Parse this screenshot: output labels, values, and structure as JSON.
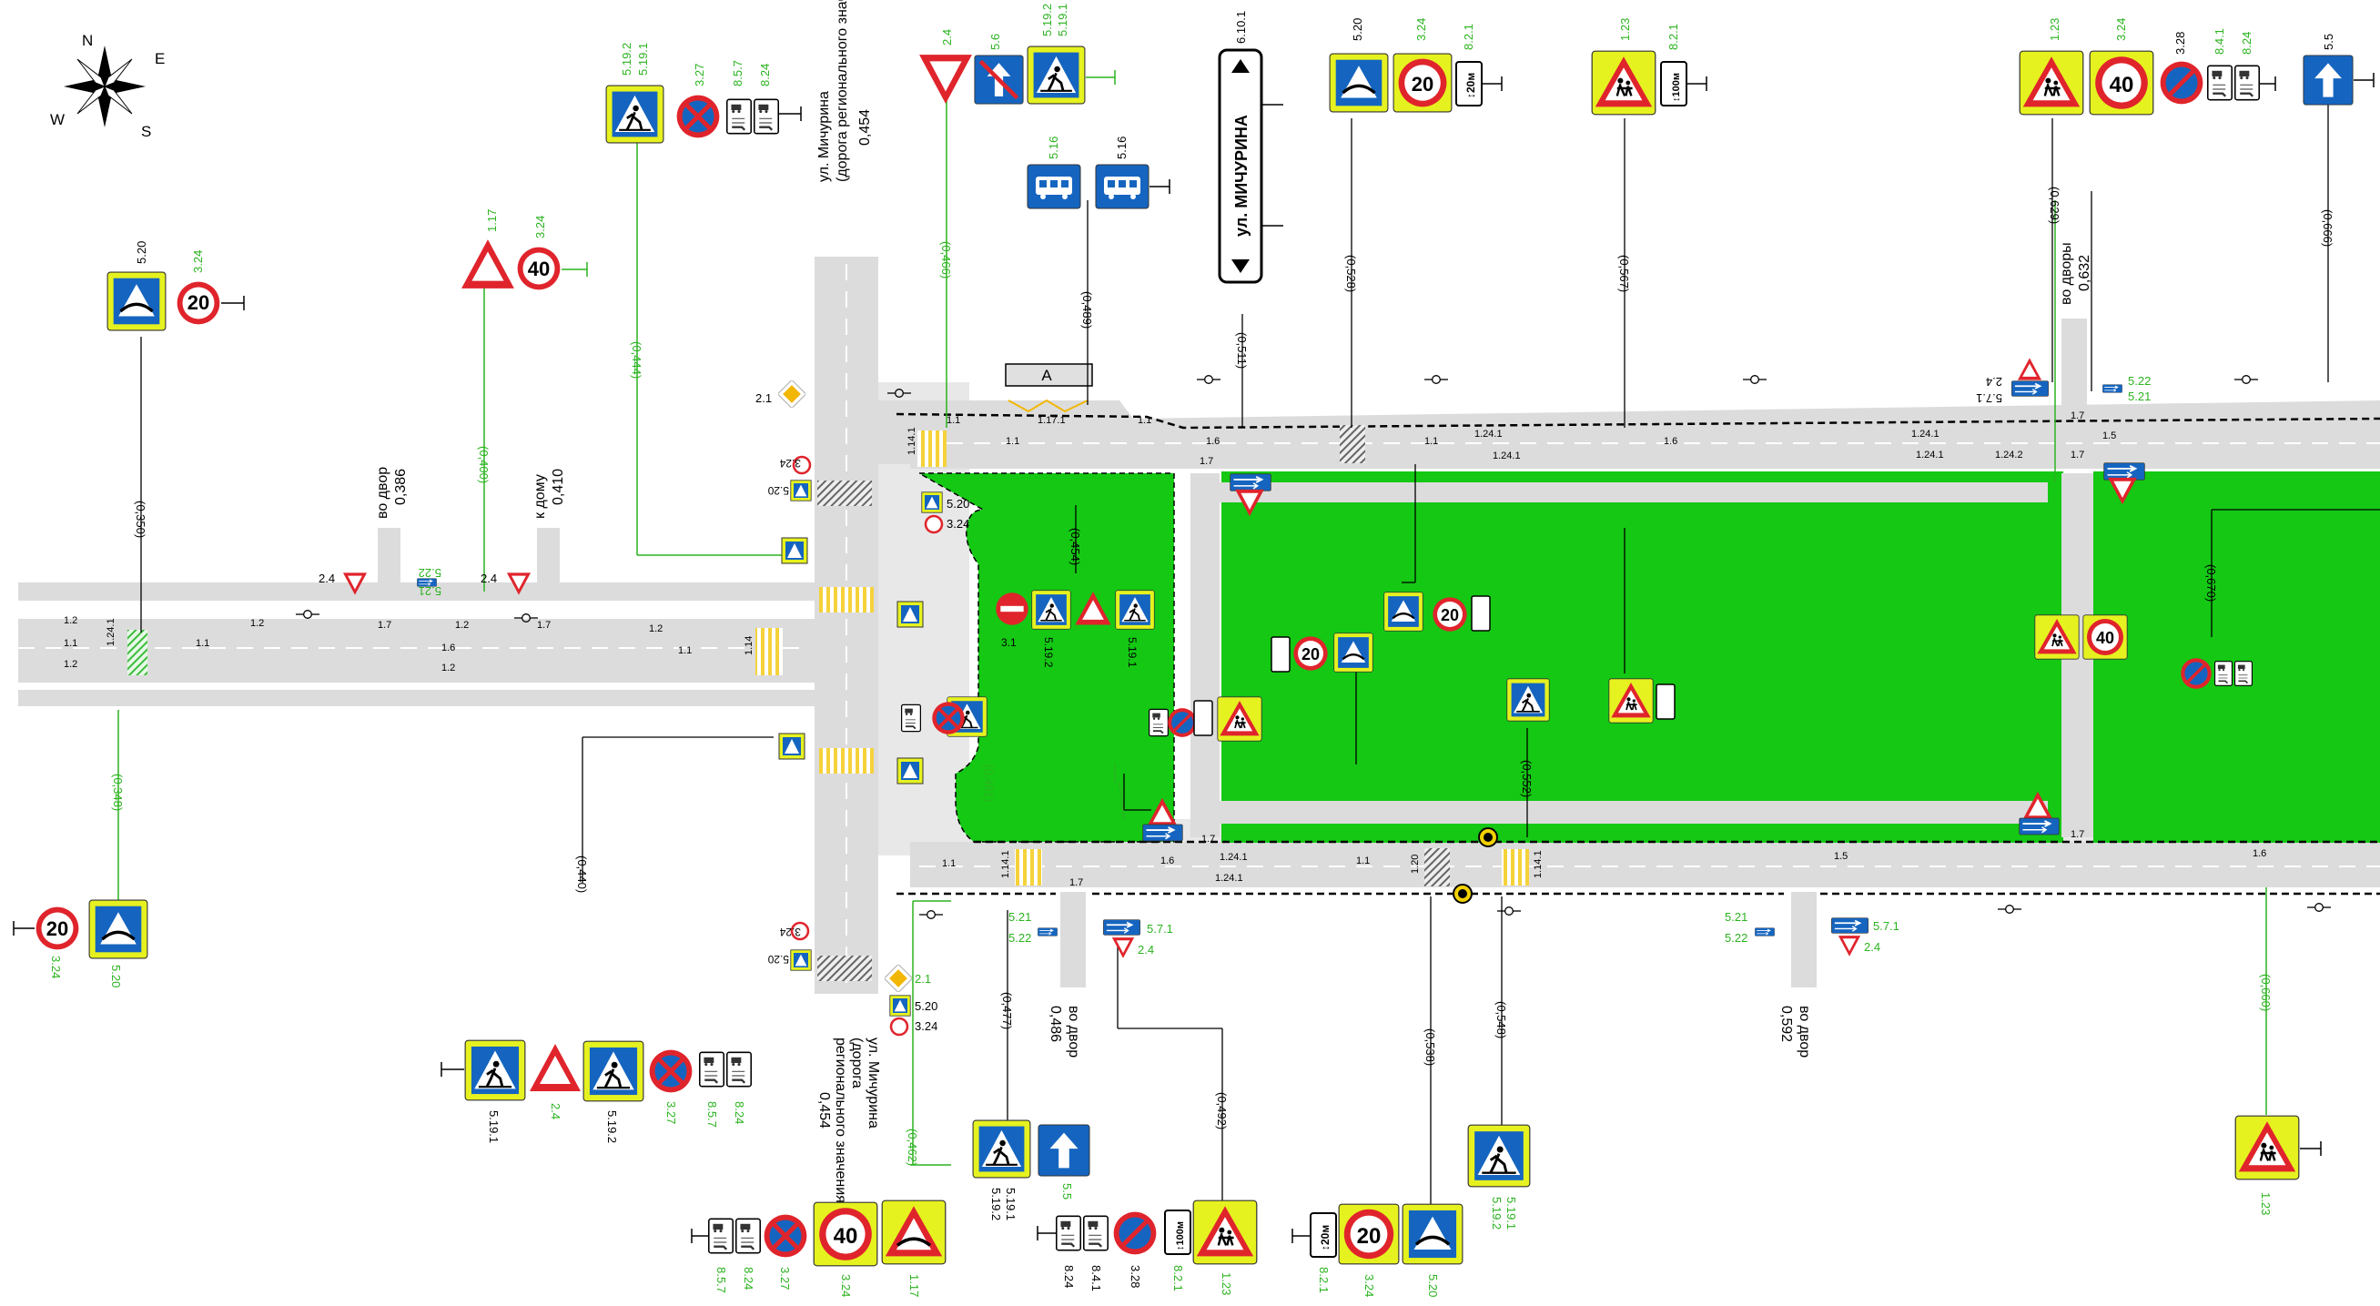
{
  "compass": {
    "n": "N",
    "e": "E",
    "s": "S",
    "w": "W"
  },
  "streets": {
    "main_name": "ул. Мичурина",
    "main_sub": "(дорога регионального значения)",
    "main_km": "0,454",
    "main_name_bottom": "ул. Мичурина",
    "main_sub_bottom_1": "(дорога",
    "main_sub_bottom_2": "регионального значения)",
    "main_km_bottom": "0,454",
    "side_dvor_1": "во двор",
    "side_dvor_1_km": "0,386",
    "side_domu": "к дому",
    "side_domu_km": "0,410",
    "side_dvor_2": "во дворы",
    "side_dvor_2_km": "0,632",
    "side_dvor_3": "во двор",
    "side_dvor_3_km": "0,486",
    "side_dvor_4": "во двор",
    "side_dvor_4_km": "0,592"
  },
  "vertical_sign_text": "ул. МИЧУРИНА",
  "stop_label": "А",
  "limits": {
    "v20": "20",
    "v40": "40"
  },
  "plates": {
    "p20m": "↕20м",
    "p100m": "↕100м"
  },
  "codes": {
    "c520": "5.20",
    "c324": "3.24",
    "c117": "1.17",
    "c24": "2.4",
    "c56": "5.6",
    "c5191": "5.19.1",
    "c5192": "5.19.2",
    "c5161": "5.16",
    "c516": "5.16",
    "c6101": "6.10.1",
    "c821": "8.2.1",
    "c123": "1.23",
    "c328": "3.28",
    "c841": "8.4.1",
    "c824": "8.24",
    "c55": "5.5",
    "c327": "3.27",
    "c857": "8.5.7",
    "c522": "5.22",
    "c521": "5.21",
    "c571": "5.7.1",
    "c31": "3.1",
    "c21": "2.1"
  },
  "distances": {
    "d350": "(0,350)",
    "d400": "(0,400)",
    "d444": "(0,444)",
    "d466": "(0,466)",
    "d489": "(0,489)",
    "d511": "(0,511)",
    "d528": "(0,528)",
    "d567": "(0,567)",
    "d629": "(0,629)",
    "d666": "(0,666)",
    "d348": "(0,348)",
    "d440": "(0,440)",
    "d462": "(0,462)",
    "d477": "(0,477)",
    "d492": "(0,492)",
    "d538": "(0,538)",
    "d548": "(0,548)",
    "d660": "(0,660)",
    "d454": "(0,454)",
    "d481": "(0,481)",
    "d552": "(0,552)",
    "d670": "(0,670)"
  },
  "markings": {
    "m11": "1.1",
    "m12": "1.2",
    "m16": "1.6",
    "m17": "1.7",
    "m15": "1.5",
    "m114": "1.14.1",
    "m1241": "1.24.1",
    "m1242": "1.24.2",
    "m1171": "1.17.1",
    "m120": "1.20",
    "m14": "1.14"
  },
  "colors": {
    "road": "#dcdcdc",
    "green_area": "#14c814",
    "label_green": "#2bb31f",
    "sign_blue": "#1565c0",
    "sign_yellow": "#e6f21f",
    "sign_red": "#e0242c"
  }
}
